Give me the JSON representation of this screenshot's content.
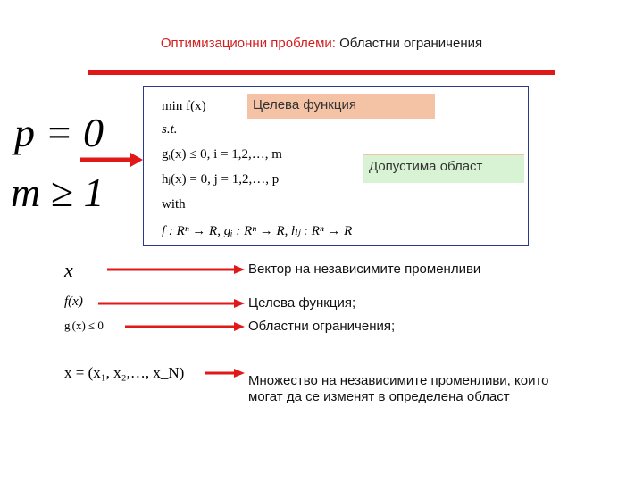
{
  "title": {
    "part1": "Оптимизационни проблеми:",
    "part2": " Областни ограничения"
  },
  "left_math": {
    "p_eq": "p = 0",
    "m_geq": "m ≥ 1"
  },
  "panel": {
    "line_min": "min f(x)",
    "line_st": "s.t.",
    "line_g": "gᵢ(x) ≤ 0, i = 1,2,…, m",
    "line_h": "hⱼ(x) = 0, j = 1,2,…, p",
    "line_with": "with",
    "line_f": "f : Rⁿ → R, gᵢ : Rⁿ → R, hⱼ : Rⁿ → R",
    "label_objective": "Целева функция",
    "label_feasible": "Допустима област"
  },
  "legend": [
    {
      "symbol": "x",
      "text": "Вектор на независимите променливи"
    },
    {
      "symbol": "f(x)",
      "text": "Целева функция;"
    },
    {
      "symbol": "gᵢ(x) ≤ 0",
      "text": "Областни ограничения;"
    },
    {
      "symbol": "x = (x₁, x₂,…, x_N)",
      "text": "Множество на независимите променливи, които могат да се изменят в определена област"
    }
  ],
  "colors": {
    "accent_red": "#e01818",
    "panel_border": "#2b3a8a",
    "objective_label_bg": "#f4c3a5",
    "feasible_label_bg": "#d8f3d3"
  }
}
